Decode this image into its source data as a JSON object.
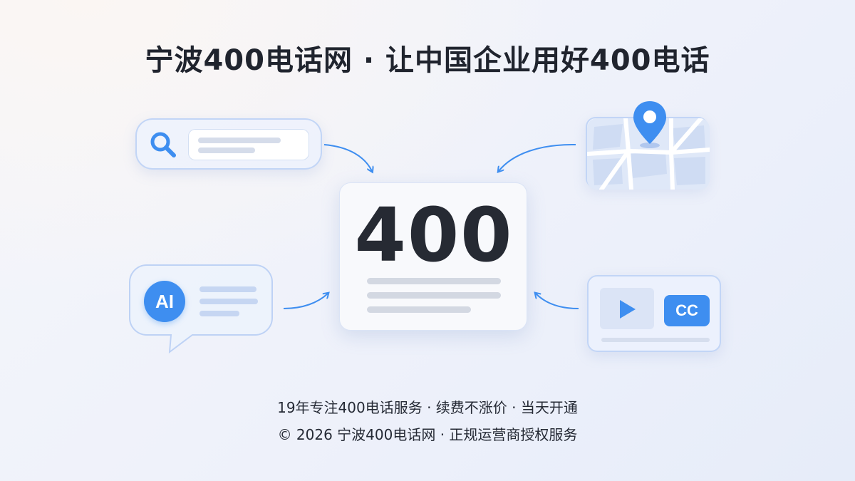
{
  "header": {
    "title": "宁波400电话网 · 让中国企业用好400电话"
  },
  "center_card": {
    "number": "400"
  },
  "ai_bubble": {
    "badge": "AI"
  },
  "video_card": {
    "cc_label": "CC"
  },
  "icons": [
    "search-icon",
    "map-pin-icon",
    "play-icon",
    "chat-bubble-icon",
    "arrow-icon"
  ],
  "colors": {
    "accent": "#3e8ef0",
    "title_text": "#20242e",
    "card_border": "#bed2f5"
  },
  "footer": {
    "line1": "19年专注400电话服务 · 续费不涨价 · 当天开通",
    "line2": "© 2026 宁波400电话网 · 正规运营商授权服务"
  }
}
